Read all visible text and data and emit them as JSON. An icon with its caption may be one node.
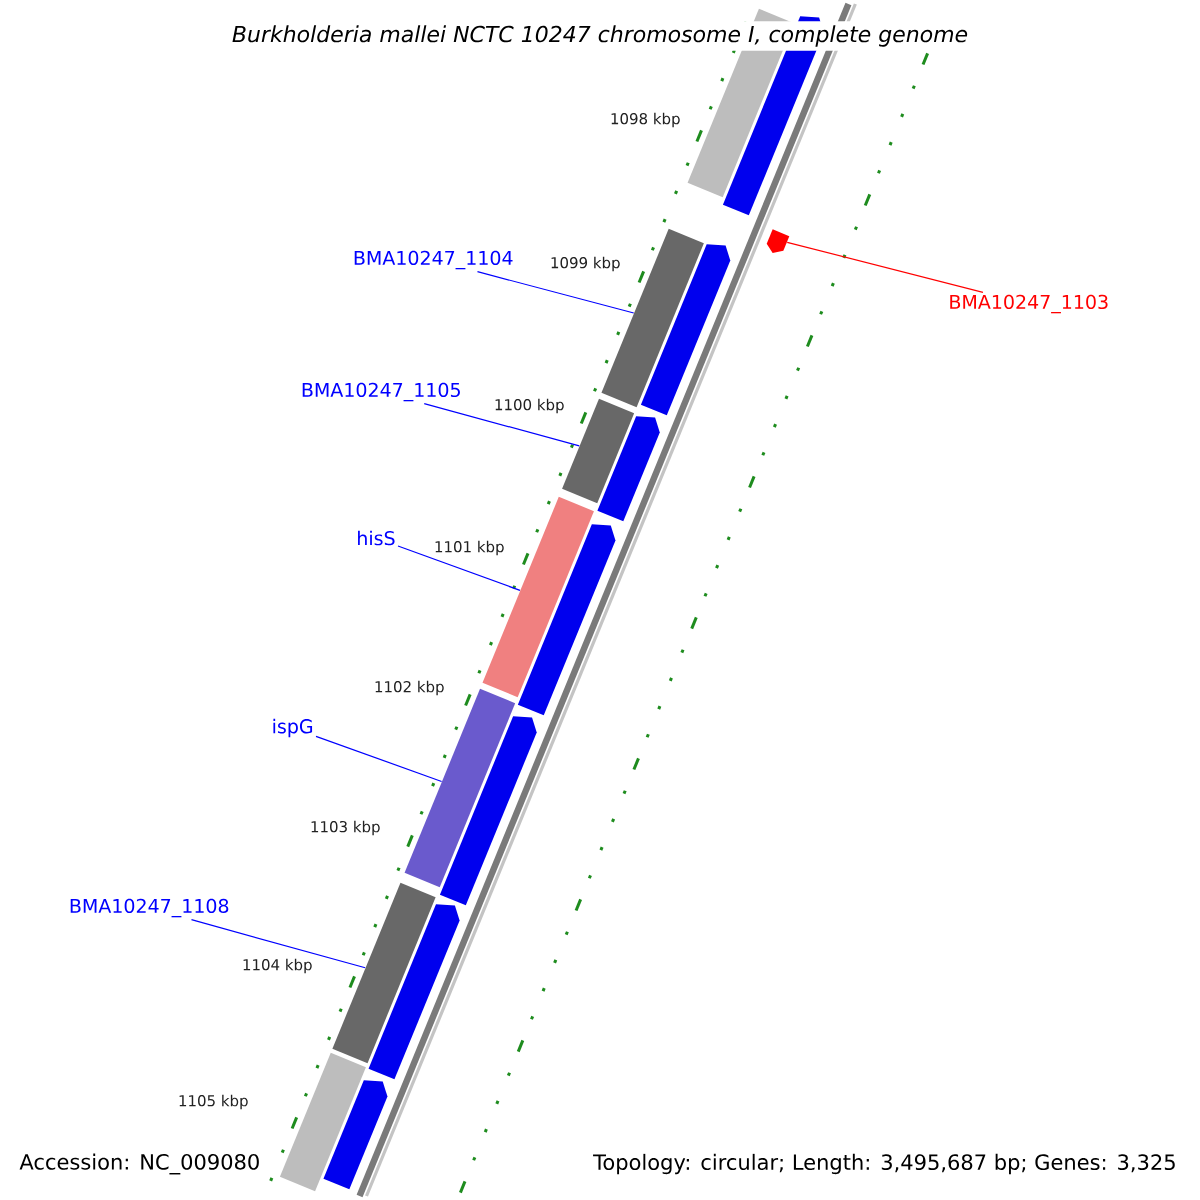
{
  "diagram": {
    "title": "Burkholderia mallei NCTC 10247 chromosome I, complete genome",
    "nodes": [
      {
        "text": [],
        "shape": "bar"
      },
      {
        "text": [
          "BMA10247_1104"
        ]
      },
      {
        "text": [],
        "shape": "bar"
      },
      {
        "text": [
          "BMA10247_1103"
        ]
      },
      {
        "text": [],
        "shape": "arrow"
      },
      {
        "text": [
          "BMA10247_1105"
        ]
      },
      {
        "text": [],
        "shape": "bar"
      },
      {
        "text": [
          "hisS"
        ]
      },
      {
        "text": [],
        "shape": "bar"
      },
      {
        "text": [
          "ispG"
        ]
      },
      {
        "text": [],
        "shape": "bar"
      },
      {
        "text": [
          "BMA10247_1108"
        ]
      },
      {
        "text": [],
        "shape": "bar"
      },
      {
        "text": [],
        "shape": "bar"
      }
    ],
    "edges": [
      {
        "from": 1,
        "to": 2,
        "arrow": "none"
      },
      {
        "from": 3,
        "to": 4,
        "arrow": "none",
        "color": "#ff0000"
      },
      {
        "from": 5,
        "to": 6,
        "arrow": "none"
      },
      {
        "from": 7,
        "to": 8,
        "arrow": "none"
      },
      {
        "from": 9,
        "to": 10,
        "arrow": "none"
      },
      {
        "from": 11,
        "to": 12,
        "arrow": "none"
      }
    ],
    "labels": [
      "1098 kbp",
      "1099 kbp",
      "1100 kbp",
      "1101 kbp",
      "1102 kbp",
      "1103 kbp",
      "1104 kbp",
      "1105 kbp",
      "Accession: NC_009080",
      "Topology: circular; Length: 3,495,687 bp; Genes: 3,325"
    ]
  }
}
